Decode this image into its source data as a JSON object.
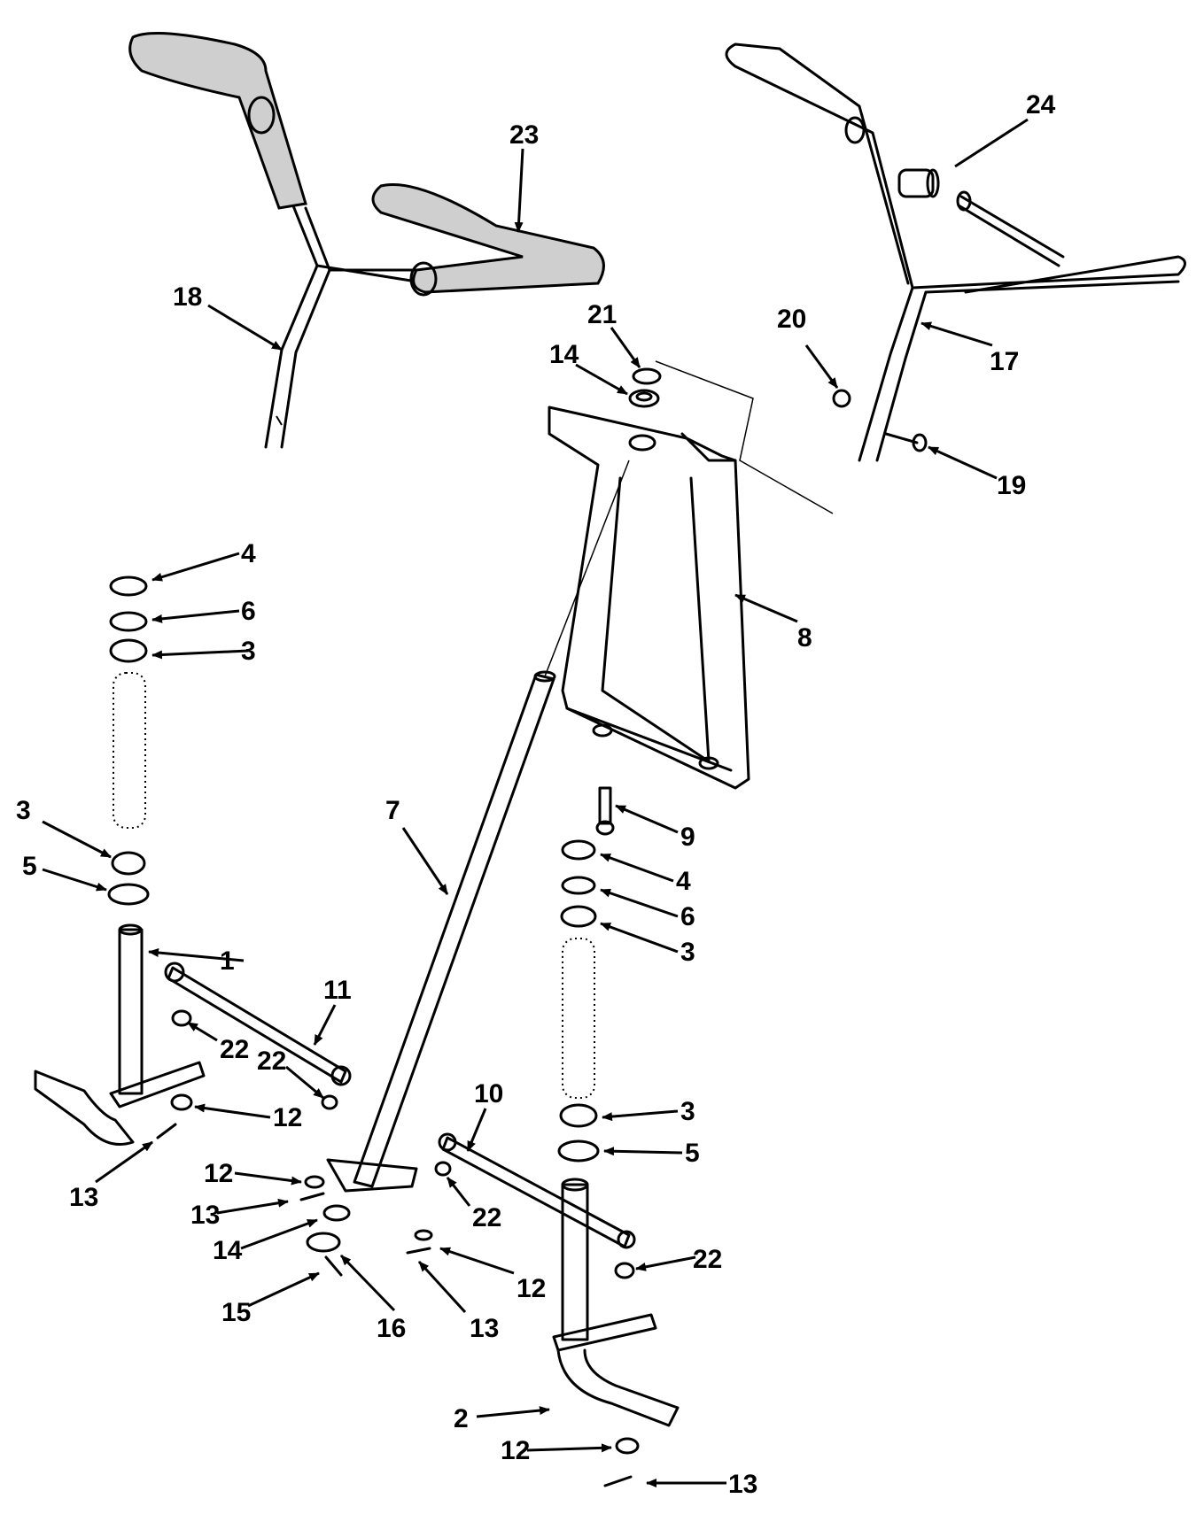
{
  "callouts": [
    {
      "id": "c1",
      "label": "1"
    },
    {
      "id": "c2",
      "label": "2"
    },
    {
      "id": "c3a",
      "label": "3"
    },
    {
      "id": "c3b",
      "label": "3"
    },
    {
      "id": "c3c",
      "label": "3"
    },
    {
      "id": "c3d",
      "label": "3"
    },
    {
      "id": "c4a",
      "label": "4"
    },
    {
      "id": "c4b",
      "label": "4"
    },
    {
      "id": "c5a",
      "label": "5"
    },
    {
      "id": "c5b",
      "label": "5"
    },
    {
      "id": "c6a",
      "label": "6"
    },
    {
      "id": "c6b",
      "label": "6"
    },
    {
      "id": "c7",
      "label": "7"
    },
    {
      "id": "c8",
      "label": "8"
    },
    {
      "id": "c9",
      "label": "9"
    },
    {
      "id": "c10",
      "label": "10"
    },
    {
      "id": "c11",
      "label": "11"
    },
    {
      "id": "c12a",
      "label": "12"
    },
    {
      "id": "c12b",
      "label": "12"
    },
    {
      "id": "c12c",
      "label": "12"
    },
    {
      "id": "c12d",
      "label": "12"
    },
    {
      "id": "c13a",
      "label": "13"
    },
    {
      "id": "c13b",
      "label": "13"
    },
    {
      "id": "c13c",
      "label": "13"
    },
    {
      "id": "c13d",
      "label": "13"
    },
    {
      "id": "c14a",
      "label": "14"
    },
    {
      "id": "c14b",
      "label": "14"
    },
    {
      "id": "c15",
      "label": "15"
    },
    {
      "id": "c16",
      "label": "16"
    },
    {
      "id": "c17",
      "label": "17"
    },
    {
      "id": "c18",
      "label": "18"
    },
    {
      "id": "c19",
      "label": "19"
    },
    {
      "id": "c20",
      "label": "20"
    },
    {
      "id": "c21",
      "label": "21"
    },
    {
      "id": "c22a",
      "label": "22"
    },
    {
      "id": "c22b",
      "label": "22"
    },
    {
      "id": "c22c",
      "label": "22"
    },
    {
      "id": "c22d",
      "label": "22"
    },
    {
      "id": "c23",
      "label": "23"
    },
    {
      "id": "c24",
      "label": "24"
    }
  ]
}
